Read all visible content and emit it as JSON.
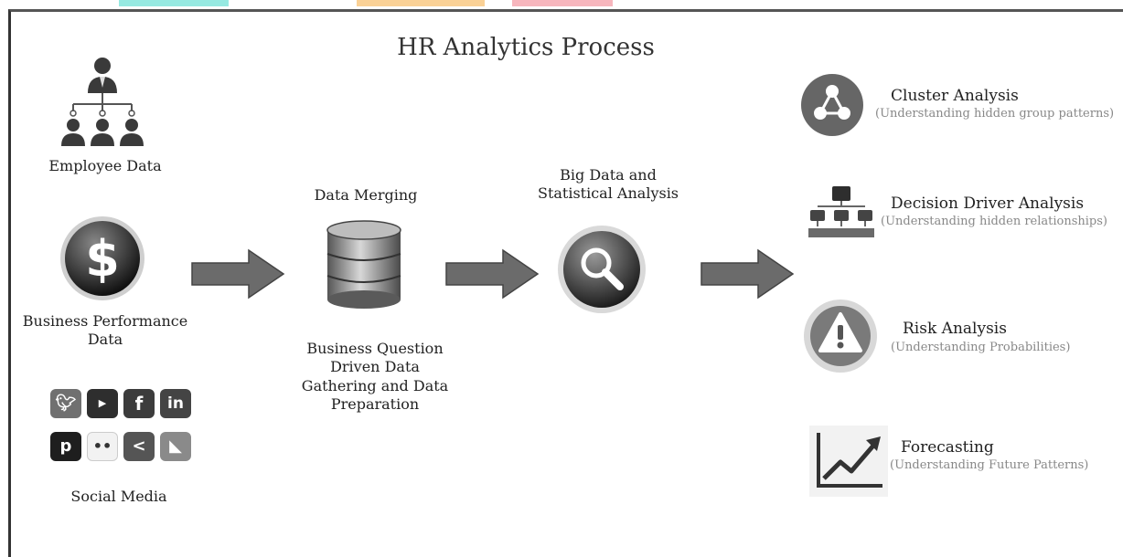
{
  "title": "HR Analytics Process",
  "inputs": {
    "employee": "Employee Data",
    "business": [
      "Business Performance",
      "Data"
    ],
    "social": "Social Media"
  },
  "merge": {
    "label": "Data Merging",
    "desc": [
      "Business Question",
      "Driven Data",
      "Gathering and Data",
      "Preparation"
    ]
  },
  "analysis": {
    "label": [
      "Big Data and",
      "Statistical Analysis"
    ]
  },
  "outputs": [
    {
      "title": "Cluster Analysis",
      "subtitle": "(Understanding hidden group patterns)"
    },
    {
      "title": "Decision Driver Analysis",
      "subtitle": "(Understanding hidden relationships)"
    },
    {
      "title": "Risk Analysis",
      "subtitle": "(Understanding Probabilities)"
    },
    {
      "title": "Forecasting",
      "subtitle": "(Understanding Future Patterns)"
    }
  ],
  "social_icons": [
    "twitter-icon",
    "youtube-icon",
    "facebook-icon",
    "linkedin-icon",
    "pinterest-icon",
    "flickr-icon",
    "share-icon",
    "rss-icon"
  ],
  "colors": {
    "arrow": "#6b6b6b",
    "dark": "#333333",
    "grey": "#777777"
  }
}
